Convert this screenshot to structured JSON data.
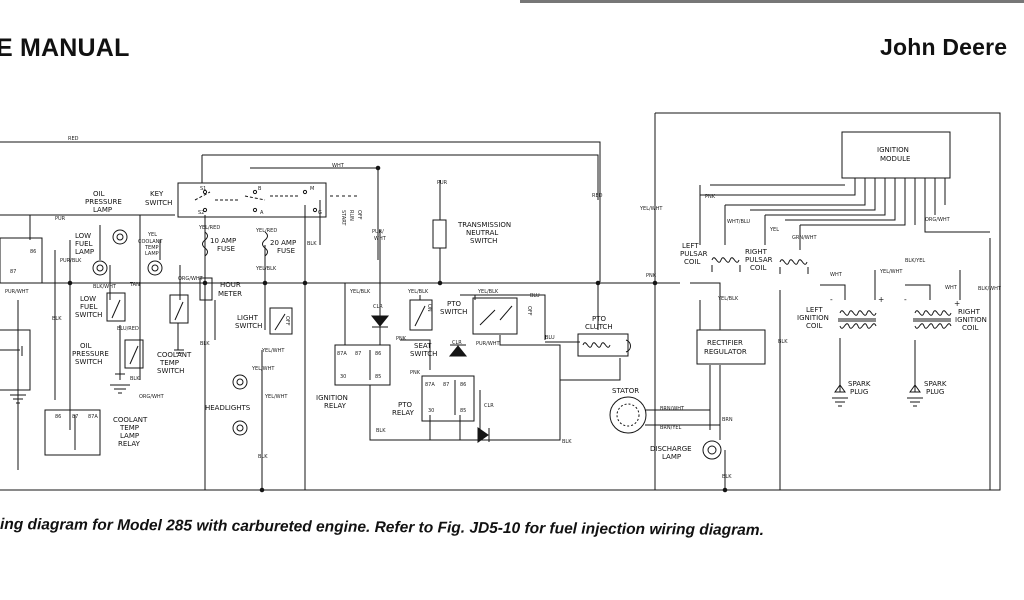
{
  "header": {
    "left": "E MANUAL",
    "right": "John Deere"
  },
  "caption": "ing diagram for Model 285 with carbureted engine. Refer to Fig. JD5-10 for fuel injection wiring diagram.",
  "components": {
    "oil_pressure_lamp": [
      "OIL",
      "PRESSURE",
      "LAMP"
    ],
    "key_switch": [
      "KEY",
      "SWITCH"
    ],
    "low_fuel_lamp": [
      "LOW",
      "FUEL",
      "LAMP"
    ],
    "coolant_temp_lamp": [
      "COOLANT",
      "TEMP",
      "LAMP"
    ],
    "low_fuel_switch": [
      "LOW",
      "FUEL",
      "SWITCH"
    ],
    "oil_pressure_switch": [
      "OIL",
      "PRESSURE",
      "SWITCH"
    ],
    "coolant_temp_switch": [
      "COOLANT",
      "TEMP",
      "SWITCH"
    ],
    "coolant_temp_lamp_relay": [
      "COOLANT",
      "TEMP",
      "LAMP",
      "RELAY"
    ],
    "fuse_10": [
      "10 AMP",
      "FUSE"
    ],
    "fuse_20": [
      "20 AMP",
      "FUSE"
    ],
    "hour_meter": [
      "HOUR",
      "METER"
    ],
    "light_switch": [
      "LIGHT",
      "SWITCH"
    ],
    "headlights": "HEADLIGHTS",
    "ignition_relay": [
      "IGNITION",
      "RELAY"
    ],
    "transmission_neutral_switch": [
      "TRANSMISSION",
      "NEUTRAL",
      "SWITCH"
    ],
    "seat_switch": [
      "SEAT",
      "SWITCH"
    ],
    "pto_switch": [
      "PTO",
      "SWITCH"
    ],
    "pto_relay": [
      "PTO",
      "RELAY"
    ],
    "pto_clutch": [
      "PTO",
      "CLUTCH"
    ],
    "stator": "STATOR",
    "discharge_lamp": [
      "DISCHARGE",
      "LAMP"
    ],
    "rectifier_regulator": [
      "RECTIFIER",
      "REGULATOR"
    ],
    "ignition_module": [
      "IGNITION",
      "MODULE"
    ],
    "left_pulsar_coil": [
      "LEFT",
      "PULSAR",
      "COIL"
    ],
    "right_pulsar_coil": [
      "RIGHT",
      "PULSAR",
      "COIL"
    ],
    "left_ignition_coil": [
      "LEFT",
      "IGNITION",
      "COIL"
    ],
    "right_ignition_coil": [
      "RIGHT",
      "IGNITION",
      "COIL"
    ],
    "spark_plug_left": [
      "SPARK",
      "PLUG"
    ],
    "spark_plug_right": [
      "SPARK",
      "PLUG"
    ]
  },
  "wires": {
    "red": "RED",
    "wht": "WHT",
    "pur": "PUR",
    "blk": "BLK",
    "yel": "YEL",
    "tan": "TAN",
    "clr": "CLR",
    "pnk": "PNK",
    "brn": "BRN",
    "yel_red": "YEL/RED",
    "yel_blk": "YEL/BLK",
    "yel_wht": "YEL/WHT",
    "pur_wht": "PUR/WHT",
    "pur_blk": "PUR/BLK",
    "blk_wht": "BLK/WHT",
    "blu_red": "BLU/RED",
    "org_wht": "ORG/WHT",
    "wht_blu": "WHT/BLU",
    "grn_wht": "GRN/WHT",
    "blk_yel": "BLK/YEL",
    "brn_wht": "BRN/WHT",
    "brn_yel": "BRN/YEL",
    "blu": "BLU",
    "pur_slash": "PUR/",
    "yel_blk_2": "YEL/BLK"
  },
  "terminals": {
    "s1": "S1",
    "s2": "S2",
    "b": "B",
    "a": "A",
    "m": "M",
    "g": "G",
    "r86": "86",
    "r87": "87",
    "r87a": "87A",
    "r30": "30",
    "r85": "85",
    "plus": "+",
    "minus": "-",
    "off": "OFF",
    "run": "RUN",
    "start": "START",
    "on": "ON"
  }
}
